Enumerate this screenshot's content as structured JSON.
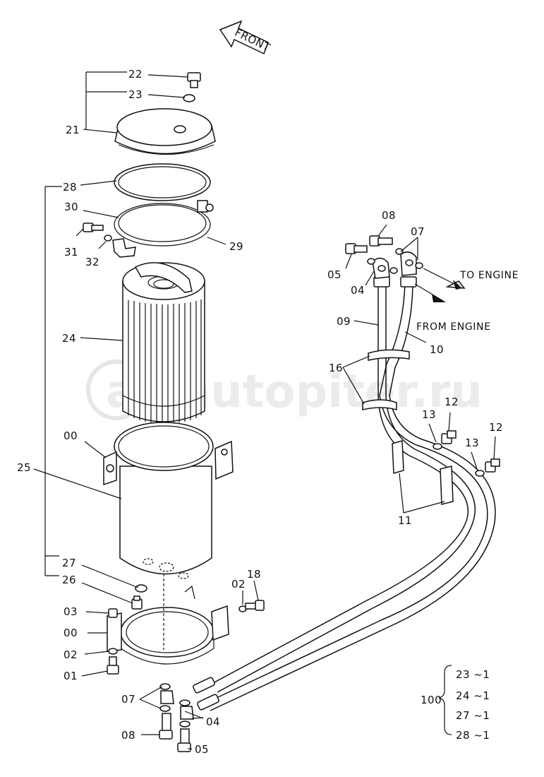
{
  "diagram": {
    "front_arrow": "FRONT",
    "to_engine": "TO ENGINE",
    "from_engine": "FROM ENGINE",
    "watermark": "autopiter.ru",
    "labels": {
      "l22": "22",
      "l23": "23",
      "l21": "21",
      "l28": "28",
      "l30": "30",
      "l31": "31",
      "l32": "32",
      "l29": "29",
      "l24": "24",
      "l00a": "00",
      "l25": "25",
      "l27": "27",
      "l26": "26",
      "l03": "03",
      "l00b": "00",
      "l02a": "02",
      "l01": "01",
      "l07a": "07",
      "l08a": "08",
      "l04a": "04",
      "l05a": "05",
      "l02b": "02",
      "l18": "18",
      "l08b": "08",
      "l07b": "07",
      "l05b": "05",
      "l04b": "04",
      "l09": "09",
      "l10": "10",
      "l16": "16",
      "l13a": "13",
      "l12a": "12",
      "l13b": "13",
      "l12b": "12",
      "l11": "11"
    },
    "kit": {
      "number": "100",
      "items": [
        "23 ~1",
        "24 ~1",
        "27 ~1",
        "28 ~1"
      ]
    }
  }
}
